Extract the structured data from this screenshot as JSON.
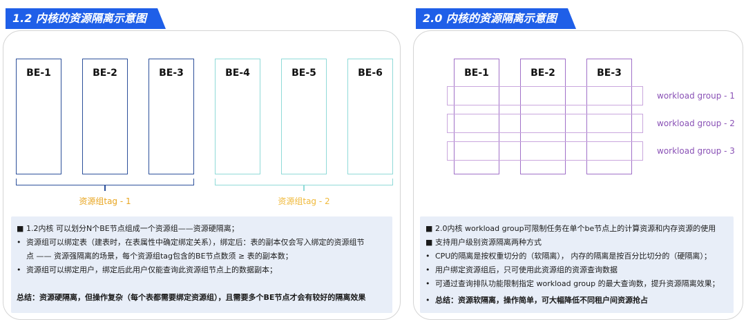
{
  "left": {
    "title": "1.2 内核的资源隔离示意图",
    "be_boxes": [
      "BE-1",
      "BE-2",
      "BE-3",
      "BE-4",
      "BE-5",
      "BE-6"
    ],
    "tag1": "资源组tag - 1",
    "tag2": "资源组tag - 2",
    "notes": [
      "1.2内核 可以划分N个BE节点组成一个资源组——资源硬隔离；",
      "资源组可以绑定表（建表时，在表属性中确定绑定关系），绑定后：表的副本仅会写入绑定的资源组节",
      "点 —— 资源强隔离的场景，每个资源组tag包含的BE节点数须 ≥ 表的副本数；",
      "资源组可以绑定用户，绑定后此用户仅能查询此资源组节点上的数据副本；"
    ],
    "summary": "总结：资源硬隔离，但操作复杂（每个表都需要绑定资源组），且需要多个BE节点才会有较好的隔离效果",
    "colors": {
      "blue": "#2b4f9a",
      "cyan": "#8fdad8",
      "tag1": "#e8a520",
      "tag2": "#f0b93a"
    }
  },
  "right": {
    "title": "2.0 内核的资源隔离示意图",
    "be_boxes": [
      "BE-1",
      "BE-2",
      "BE-3"
    ],
    "workload_groups": [
      "workload group - 1",
      "workload group - 2",
      "workload group - 3"
    ],
    "notes": [
      "2.0内核 workload group可限制任务在单个be节点上的计算资源和内存资源的使用",
      "支持用户级别资源隔离两种方式",
      "CPU的隔离是按权重切分的（软隔离），  内存的隔离是按百分比切分的（硬隔离）；",
      "用户绑定资源组后，只可使用此资源组的资源查询数据",
      "可通过查询排队功能限制指定 workload group 的最大查询数，提升资源隔离效果；"
    ],
    "summary": "总结：资源软隔离，操作简单，可大幅降低不同租户间资源抢占",
    "colors": {
      "purple": "#a070c8",
      "band": "#c9a6dd",
      "label": "#8a52b6"
    }
  },
  "banner_color": "#1f5fe8",
  "notes_bg": "#e8eef8"
}
